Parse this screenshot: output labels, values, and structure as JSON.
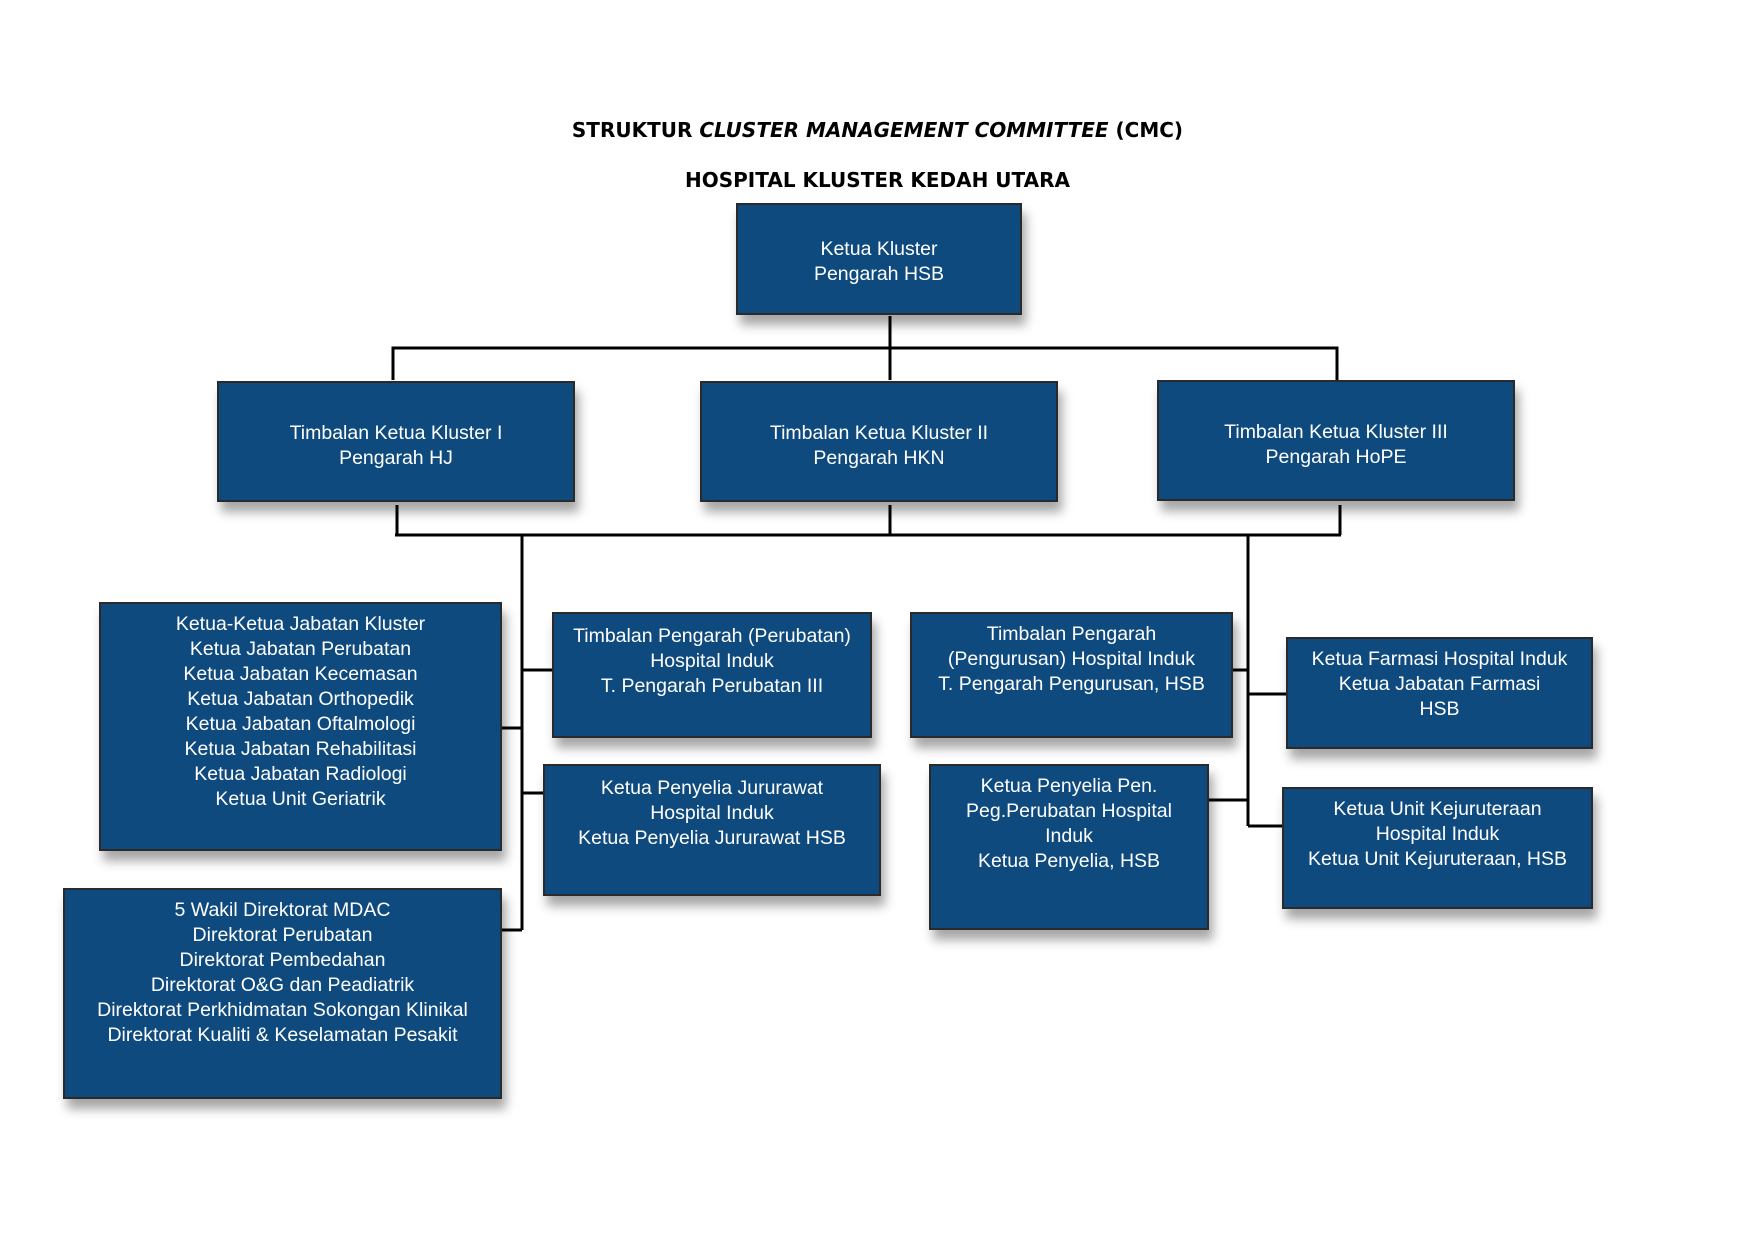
{
  "title": {
    "prefix": "STRUKTUR ",
    "italic": "CLUSTER MANAGEMENT COMMITTEE",
    "suffix": " (CMC)",
    "line2": "HOSPITAL KLUSTER KEDAH UTARA"
  },
  "colors": {
    "box_fill": "#0f4a7e",
    "box_border": "#2a2a2a",
    "connector": "#000000",
    "text": "#ffffff"
  },
  "boxes": {
    "ketua_kluster": [
      "Ketua Kluster",
      "Pengarah HSB"
    ],
    "timbalan_1": [
      "Timbalan Ketua Kluster I",
      "Pengarah HJ"
    ],
    "timbalan_2": [
      "Timbalan Ketua Kluster II",
      "Pengarah HKN"
    ],
    "timbalan_3": [
      "Timbalan Ketua Kluster III",
      "Pengarah HoPE"
    ],
    "ketua_jabatan": [
      "Ketua-Ketua  Jabatan Kluster",
      "Ketua Jabatan Perubatan",
      "Ketua Jabatan Kecemasan",
      "Ketua Jabatan Orthopedik",
      "Ketua Jabatan Oftalmologi",
      "Ketua Jabatan Rehabilitasi",
      "Ketua Jabatan Radiologi",
      "Ketua Unit Geriatrik"
    ],
    "wakil_direktorat": [
      "5 Wakil Direktorat MDAC",
      "Direktorat Perubatan",
      "Direktorat Pembedahan",
      "Direktorat O&G dan Peadiatrik",
      "Direktorat Perkhidmatan Sokongan Klinikal",
      "Direktorat Kualiti & Keselamatan Pesakit"
    ],
    "timbalan_perubatan": [
      "Timbalan Pengarah (Perubatan)",
      "Hospital Induk",
      "T. Pengarah Perubatan III"
    ],
    "penyelia_jururawat": [
      "Ketua Penyelia Jururawat",
      "Hospital Induk",
      "Ketua Penyelia Jururawat HSB"
    ],
    "timbalan_pengurusan": [
      "Timbalan Pengarah",
      "(Pengurusan) Hospital Induk",
      "T. Pengarah Pengurusan, HSB"
    ],
    "penyelia_pen_peg": [
      "Ketua Penyelia Pen.",
      "Peg.Perubatan Hospital",
      "Induk",
      "Ketua Penyelia, HSB"
    ],
    "farmasi": [
      "Ketua Farmasi Hospital Induk",
      "Ketua Jabatan Farmasi",
      "HSB"
    ],
    "kejuruteraan": [
      "Ketua Unit Kejuruteraan",
      "Hospital Induk",
      "Ketua Unit Kejuruteraan, HSB"
    ]
  }
}
